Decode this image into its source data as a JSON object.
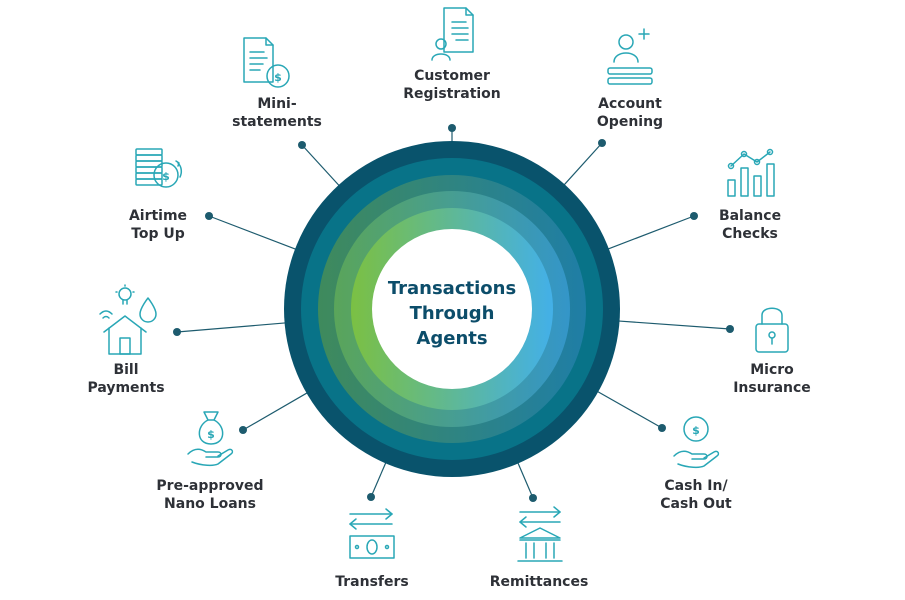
{
  "center": {
    "line1": "Transactions",
    "line2": "Through",
    "line3": "Agents"
  },
  "colors": {
    "outer_ring": "#09536c",
    "ring_2": "#087388",
    "ring_3": "#1a6f8b",
    "ring_4": "#2c8aa6",
    "inner_gradient_start": "#7bc043",
    "inner_gradient_end": "#43b0e8",
    "icon": "#29a7b6",
    "connector": "#1d5b6e",
    "label": "#2e3137",
    "center_text": "#0c4d6a"
  },
  "items": [
    {
      "id": "customer-registration",
      "line1": "Customer",
      "line2": "Registration",
      "icon": "document-person-icon"
    },
    {
      "id": "account-opening",
      "line1": "Account",
      "line2": "Opening",
      "icon": "add-user-icon"
    },
    {
      "id": "balance-checks",
      "line1": "Balance",
      "line2": "Checks",
      "icon": "bar-chart-icon"
    },
    {
      "id": "micro-insurance",
      "line1": "Micro",
      "line2": "Insurance",
      "icon": "padlock-icon"
    },
    {
      "id": "cash-in-out",
      "line1": "Cash In/",
      "line2": "Cash Out",
      "icon": "hand-coin-icon"
    },
    {
      "id": "remittances",
      "line1": "",
      "line2": "Remittances",
      "icon": "bank-transfer-icon"
    },
    {
      "id": "transfers",
      "line1": "",
      "line2": "Transfers",
      "icon": "money-transfer-icon"
    },
    {
      "id": "nano-loans",
      "line1": "Pre-approved",
      "line2": "Nano Loans",
      "icon": "hand-moneybag-icon"
    },
    {
      "id": "bill-payments",
      "line1": "Bill",
      "line2": "Payments",
      "icon": "house-utilities-icon"
    },
    {
      "id": "airtime-top-up",
      "line1": "Airtime",
      "line2": "Top Up",
      "icon": "coin-stack-icon"
    },
    {
      "id": "mini-statements",
      "line1": "Mini-",
      "line2": "statements",
      "icon": "document-dollar-icon"
    }
  ]
}
